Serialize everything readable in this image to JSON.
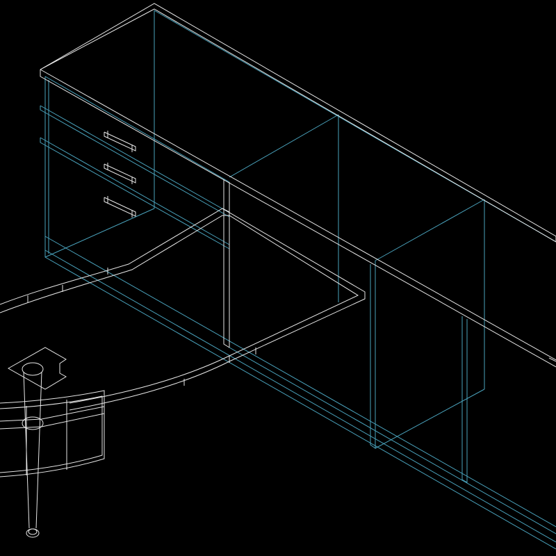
{
  "drawing": {
    "background_color": "#000000",
    "colors": {
      "countertop_desk": "#e8e8e8",
      "cabinet_carcass": "#4aa3bd"
    },
    "objects": [
      "countertop",
      "cabinet-carcass",
      "drawer-fronts",
      "drawer-handles",
      "partition-panels",
      "curved-desk-top",
      "desk-pedestal-leg"
    ]
  }
}
